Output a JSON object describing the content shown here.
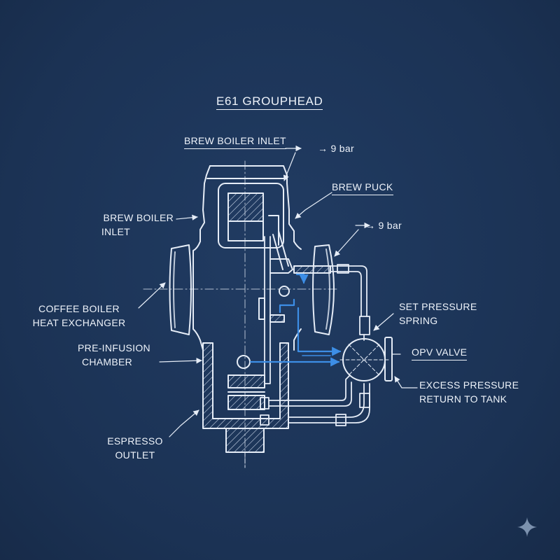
{
  "title": "E61 GROUPHEAD",
  "labels": {
    "brew_boiler_inlet_top": "BREW BOILER INLET",
    "pressure_top": "→ 9 bar",
    "brew_puck": "BREW PUCK",
    "pressure_right": "→ 9 bar",
    "brew_boiler_inlet_left_1": "BREW BOILER",
    "brew_boiler_inlet_left_2": "INLET",
    "coffee_boiler_1": "COFFEE BOILER",
    "coffee_boiler_2": "HEAT EXCHANGER",
    "pre_infusion_1": "PRE-INFUSION",
    "pre_infusion_2": "CHAMBER",
    "set_pressure_1": "SET PRESSURE",
    "set_pressure_2": "SPRING",
    "opv_valve": "OPV VALVE",
    "excess_1": "EXCESS PRESSURE",
    "excess_2": "RETURN TO TANK",
    "espresso_1": "ESPRESSO",
    "espresso_2": "OUTLET"
  },
  "colors": {
    "background": "#1d3557",
    "line": "#e6edf7",
    "flow": "#3d8ee6"
  },
  "icons": {
    "watermark": "sparkle-icon"
  }
}
